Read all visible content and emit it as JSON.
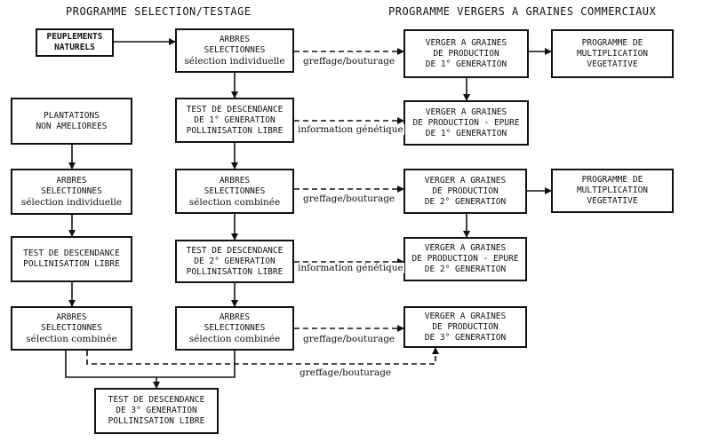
{
  "titles": {
    "left": "PROGRAMME SELECTION/TESTAGE",
    "right": "PROGRAMME VERGERS A GRAINES COMMERCIAUX"
  },
  "boxes": {
    "peuplements": [
      "PEUPLEMENTS",
      "NATURELS"
    ],
    "arbres1": [
      "ARBRES",
      "SELECTIONNES",
      "sélection individuelle"
    ],
    "verger1": [
      "VERGER A GRAINES",
      "DE PRODUCTION",
      "DE 1° GENERATION"
    ],
    "multi1": [
      "PROGRAMME DE",
      "MULTIPLICATION",
      "VEGETATIVE"
    ],
    "plantations": [
      "PLANTATIONS",
      "NON AMELIOREES"
    ],
    "test1": [
      "TEST DE DESCENDANCE",
      "DE 1° GENERATION",
      "POLLINISATION LIBRE"
    ],
    "epure1": [
      "VERGER A GRAINES",
      "DE PRODUCTION - EPURE",
      "DE 1° GENERATION"
    ],
    "arbres_left2": [
      "ARBRES",
      "SELECTIONNES",
      "sélection individuelle"
    ],
    "arbres_mid2": [
      "ARBRES",
      "SELECTIONNES",
      "sélection combinée"
    ],
    "verger2": [
      "VERGER A GRAINES",
      "DE PRODUCTION",
      "DE 2° GENERATION"
    ],
    "multi2": [
      "PROGRAMME DE",
      "MULTIPLICATION",
      "VEGETATIVE"
    ],
    "test_left": [
      "TEST DE DESCENDANCE",
      "POLLINISATION LIBRE"
    ],
    "test2": [
      "TEST DE DESCENDANCE",
      "DE 2° GENERATION",
      "POLLINISATION LIBRE"
    ],
    "epure2": [
      "VERGER A GRAINES",
      "DE PRODUCTION - EPURE",
      "DE 2° GENERATION"
    ],
    "arbres_left3": [
      "ARBRES",
      "SELECTIONNES",
      "sélection combinée"
    ],
    "arbres_mid3": [
      "ARBRES",
      "SELECTIONNES",
      "sélection combinée"
    ],
    "verger3": [
      "VERGER A GRAINES",
      "DE PRODUCTION",
      "DE 3° GENERATION"
    ],
    "test3": [
      "TEST DE DESCENDANCE",
      "DE 3° GENERATION",
      "POLLINISATION LIBRE"
    ]
  },
  "labels": {
    "greffage1": "greffage/bouturage",
    "info1": "information génétique",
    "greffage2": "greffage/bouturage",
    "info2": "information génétique",
    "greffage3": "greffage/bouturage",
    "greffage4": "greffage/bouturage"
  }
}
